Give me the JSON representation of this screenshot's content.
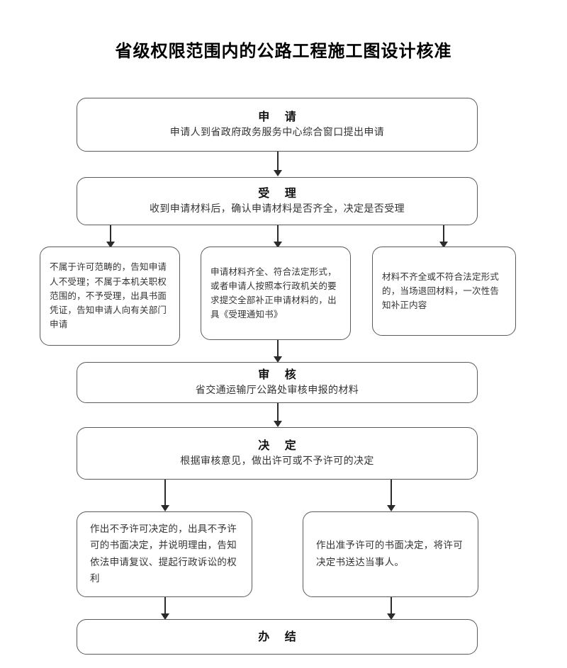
{
  "page": {
    "title": "省级权限范围内的公路工程施工图设计核准",
    "background_color": "#ffffff",
    "line_color": "#2b2b2b",
    "box_border_color": "#5a5a5a"
  },
  "chart_data": {
    "type": "diagram",
    "diagram_kind": "flowchart",
    "title": "省级权限范围内的公路工程施工图设计核准",
    "orientation": "top-to-bottom",
    "nodes": [
      {
        "id": "apply",
        "shape": "rounded-rect",
        "heading": "申  请",
        "body": "申请人到省政府政务服务中心综合窗口提出申请"
      },
      {
        "id": "accept",
        "shape": "rounded-rect",
        "heading": "受  理",
        "body": "收到申请材料后，确认申请材料是否齐全，决定是否受理"
      },
      {
        "id": "branch-not-scope",
        "shape": "rounded-rect",
        "heading": "",
        "body": "不属于许可范畴的，告知申请人不受理；不属于本机关职权范围的，不予受理，出具书面凭证，告知申请人向有关部门申请"
      },
      {
        "id": "branch-complete",
        "shape": "rounded-rect",
        "heading": "",
        "body": "申请材料齐全、符合法定形式，或者申请人按照本行政机关的要求提交全部补正申请材料的，出具《受理通知书》"
      },
      {
        "id": "branch-incomplete",
        "shape": "rounded-rect",
        "heading": "",
        "body": "材料不齐全或不符合法定形式的，当场退回材料，一次性告知补正内容"
      },
      {
        "id": "review",
        "shape": "rounded-rect",
        "heading": "审  核",
        "body": "省交通运输厅公路处审核申报的材料"
      },
      {
        "id": "decide",
        "shape": "rounded-rect",
        "heading": "决  定",
        "body": "根据审核意见，做出许可或不予许可的决定"
      },
      {
        "id": "outcome-deny",
        "shape": "rounded-rect",
        "heading": "",
        "body": "作出不予许可决定的，出具不予许可的书面决定，并说明理由，告知依法申请复议、提起行政诉讼的权利"
      },
      {
        "id": "outcome-grant",
        "shape": "rounded-rect",
        "heading": "",
        "body": "作出准予许可的书面决定，将许可决定书送达当事人。"
      },
      {
        "id": "finish",
        "shape": "rounded-rect",
        "heading": "办  结",
        "body": ""
      }
    ],
    "edges": [
      {
        "from": "apply",
        "to": "accept",
        "style": "arrow"
      },
      {
        "from": "accept",
        "to": "branch-not-scope",
        "style": "arrow"
      },
      {
        "from": "accept",
        "to": "branch-complete",
        "style": "arrow"
      },
      {
        "from": "accept",
        "to": "branch-incomplete",
        "style": "arrow"
      },
      {
        "from": "branch-complete",
        "to": "review",
        "style": "arrow"
      },
      {
        "from": "review",
        "to": "decide",
        "style": "arrow"
      },
      {
        "from": "decide",
        "to": "outcome-deny",
        "style": "arrow"
      },
      {
        "from": "decide",
        "to": "outcome-grant",
        "style": "arrow"
      },
      {
        "from": "outcome-deny",
        "to": "finish",
        "style": "arrow"
      },
      {
        "from": "outcome-grant",
        "to": "finish",
        "style": "arrow"
      }
    ]
  }
}
